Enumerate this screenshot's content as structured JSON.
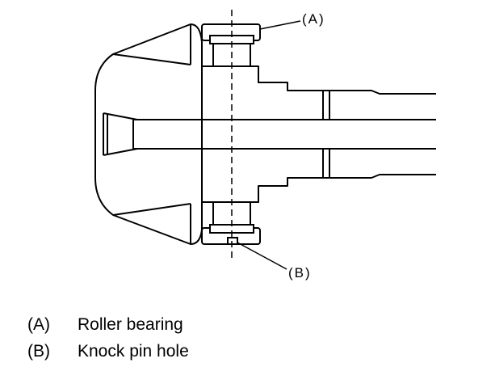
{
  "callouts": {
    "a": "(A)",
    "b": "(B)"
  },
  "legend": [
    {
      "key": "(A)",
      "label": "Roller bearing"
    },
    {
      "key": "(B)",
      "label": "Knock pin hole"
    }
  ]
}
